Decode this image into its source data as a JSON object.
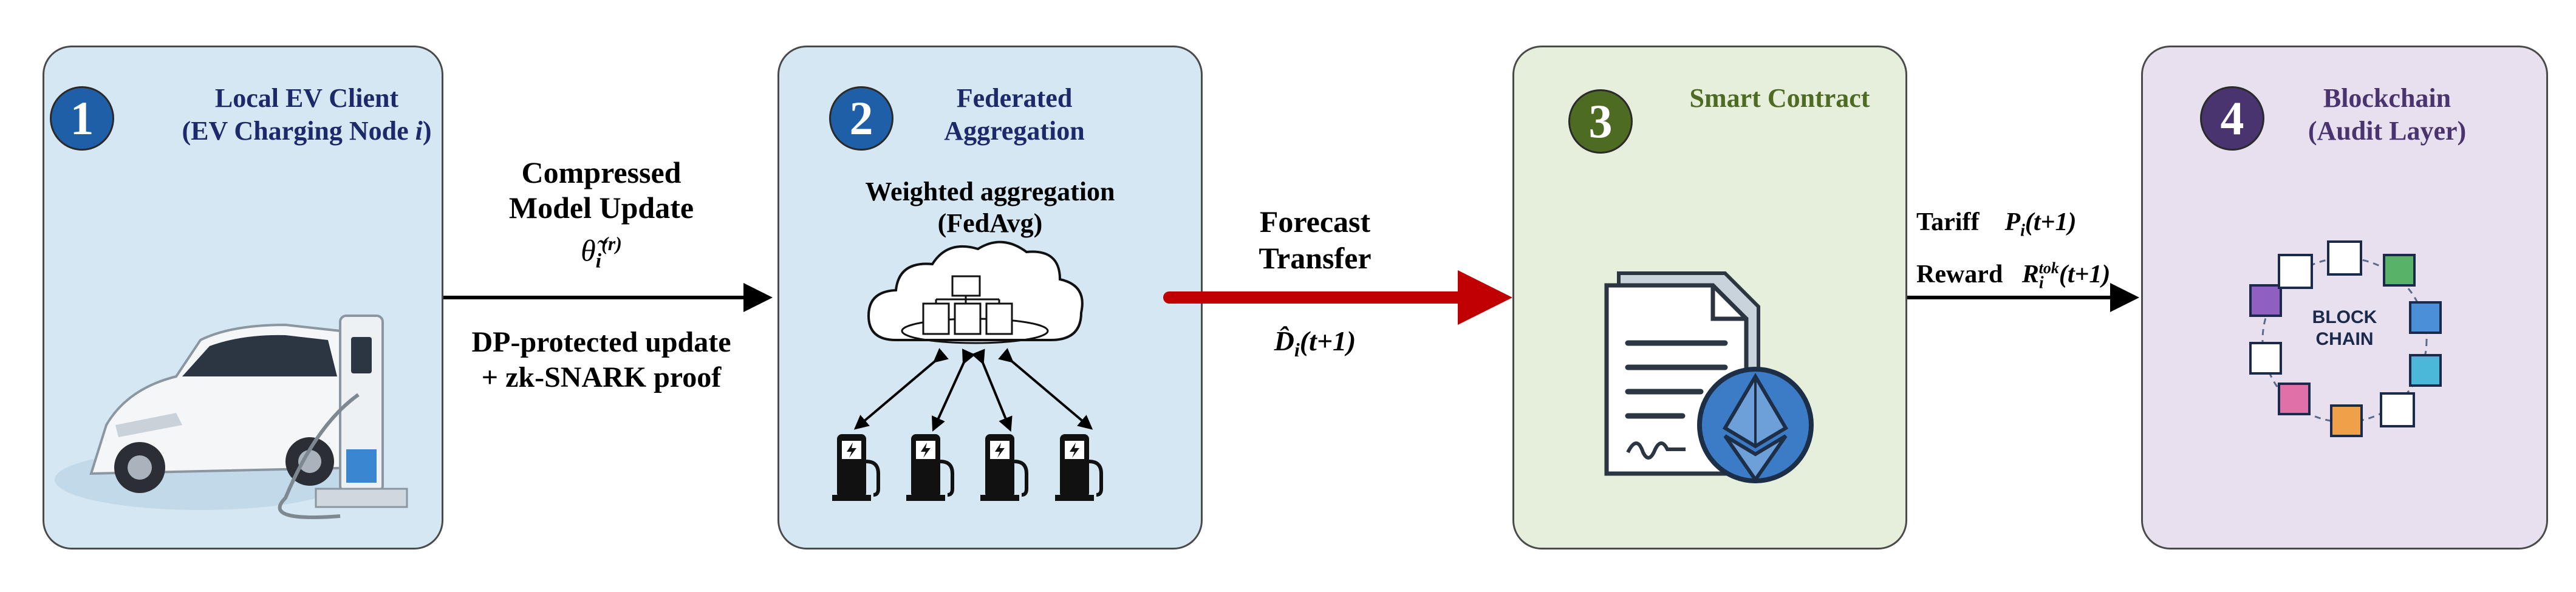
{
  "colors": {
    "blue_badge": "#1f5fa8",
    "green_badge": "#4e6b22",
    "purple_badge": "#4a3470",
    "title_blue": "#1c2a6b",
    "title_green": "#4e6b22",
    "title_purple": "#4a3470",
    "arrow_red": "#c00000"
  },
  "panels": [
    {
      "number": "1",
      "title_line1": "Local EV Client",
      "title_line2": "(EV Charging Node ",
      "title_italic": "i",
      "title_close": ")"
    },
    {
      "number": "2",
      "title_line1": "Federated",
      "title_line2": "Aggregation",
      "subtitle_line1": "Weighted aggregation",
      "subtitle_line2": "(FedAvg)"
    },
    {
      "number": "3",
      "title_line1": "Smart Contract"
    },
    {
      "number": "4",
      "title_line1": "Blockchain",
      "title_line2": "(Audit Layer)",
      "block_text_line1": "BLOCK",
      "block_text_line2": "CHAIN"
    }
  ],
  "arrows": {
    "a12": {
      "top_line1": "Compressed",
      "top_line2": "Model Update",
      "symbol": "θ̃",
      "sub": "i",
      "sup": "(r)",
      "bottom_line1": "DP-protected update",
      "bottom_line2": "+ zk-SNARK proof"
    },
    "a23": {
      "line1": "Forecast",
      "line2": "Transfer",
      "symbol": "D̂",
      "sub": "i",
      "suffix": "(t+1)"
    },
    "a34": {
      "tariff_label": "Tariff",
      "tariff_symbol": "P",
      "tariff_sub": "i",
      "tariff_suffix": "(t+1)",
      "reward_label": "Reward",
      "reward_symbol": "R",
      "reward_sub": "i",
      "reward_sup": "tok",
      "reward_suffix": "(t+1)"
    }
  },
  "icons": [
    "electric-car-icon",
    "charger-icon",
    "cloud-server-icon",
    "charging-station-icon",
    "contract-document-icon",
    "ethereum-icon",
    "blockchain-icon"
  ]
}
